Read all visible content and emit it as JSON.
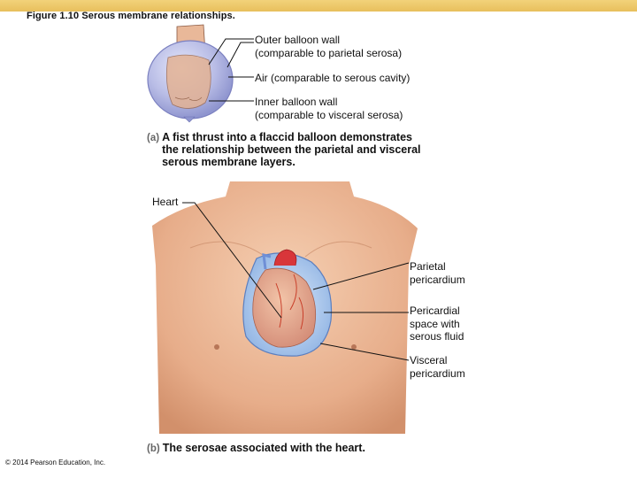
{
  "figure_title": "Figure 1.10  Serous membrane relationships.",
  "panel_a": {
    "letter": "(a)",
    "caption": "A fist thrust into a flaccid balloon demonstrates\nthe relationship between the parietal and visceral\nserous membrane layers.",
    "labels": {
      "outer": "Outer balloon wall\n(comparable to parietal serosa)",
      "air": "Air (comparable to serous cavity)",
      "inner": "Inner balloon wall\n(comparable to visceral serosa)"
    }
  },
  "panel_b": {
    "letter": "(b)",
    "caption": "The serosae associated with the heart.",
    "labels": {
      "heart": "Heart",
      "parietal": "Parietal\npericardium",
      "space": "Pericardial\nspace with\nserous fluid",
      "visceral": "Visceral\npericardium"
    }
  },
  "copyright": "© 2014 Pearson Education, Inc.",
  "colors": {
    "banner": "#e8bf5c",
    "balloon": "#b9bde6",
    "skin": "#e8b08e",
    "pericardium": "#a9c8ee",
    "heart_red": "#d8363a",
    "heart_blue": "#6f8fd6"
  }
}
